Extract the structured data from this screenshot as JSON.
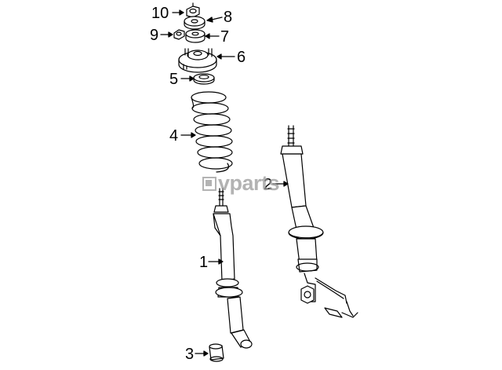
{
  "callouts": {
    "n1": "1",
    "n2": "2",
    "n3": "3",
    "n4": "4",
    "n5": "5",
    "n6": "6",
    "n7": "7",
    "n8": "8",
    "n9": "9",
    "n10": "10"
  },
  "watermark": {
    "text": "vparts"
  },
  "colors": {
    "line": "#000000",
    "watermark": "#9a9a9a",
    "background": "#ffffff"
  }
}
